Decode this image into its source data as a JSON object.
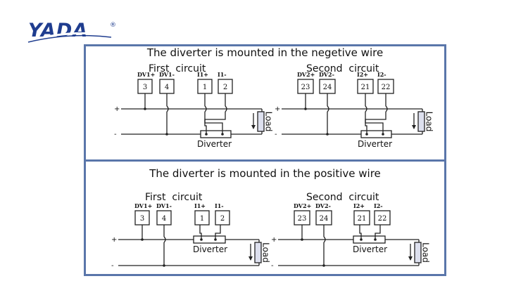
{
  "brand": {
    "name": "YADA",
    "registered": "®",
    "color": "#1f3d8f"
  },
  "colors": {
    "frame": "#5a76aa"
  },
  "panels": [
    {
      "title": "The diverter is mounted in the negetive wire",
      "mount": "negative",
      "circuits": [
        {
          "title": "First  circuit",
          "terminals": [
            {
              "label": "DV1+",
              "num": "3"
            },
            {
              "label": "DV1-",
              "num": "4"
            },
            {
              "label": "I1+",
              "num": "1"
            },
            {
              "label": "I1-",
              "num": "2"
            }
          ],
          "diverter": "Diverter",
          "load": "Load",
          "plus": "+",
          "minus": "-"
        },
        {
          "title": "Second  circuit",
          "terminals": [
            {
              "label": "DV2+",
              "num": "23"
            },
            {
              "label": "DV2-",
              "num": "24"
            },
            {
              "label": "I2+",
              "num": "21"
            },
            {
              "label": "I2-",
              "num": "22"
            }
          ],
          "diverter": "Diverter",
          "load": "Load",
          "plus": "+",
          "minus": "-"
        }
      ]
    },
    {
      "title": "The diverter is mounted in the positive wire",
      "mount": "positive",
      "circuits": [
        {
          "title": "First  circuit",
          "terminals": [
            {
              "label": "DV1+",
              "num": "3"
            },
            {
              "label": "DV1-",
              "num": "4"
            },
            {
              "label": "I1+",
              "num": "1"
            },
            {
              "label": "I1-",
              "num": "2"
            }
          ],
          "diverter": "Diverter",
          "load": "Load",
          "plus": "+",
          "minus": "-"
        },
        {
          "title": "Second  circuit",
          "terminals": [
            {
              "label": "DV2+",
              "num": "23"
            },
            {
              "label": "DV2-",
              "num": "24"
            },
            {
              "label": "I2+",
              "num": "21"
            },
            {
              "label": "I2-",
              "num": "22"
            }
          ],
          "diverter": "Diverter",
          "load": "Load",
          "plus": "+",
          "minus": "-"
        }
      ]
    }
  ]
}
